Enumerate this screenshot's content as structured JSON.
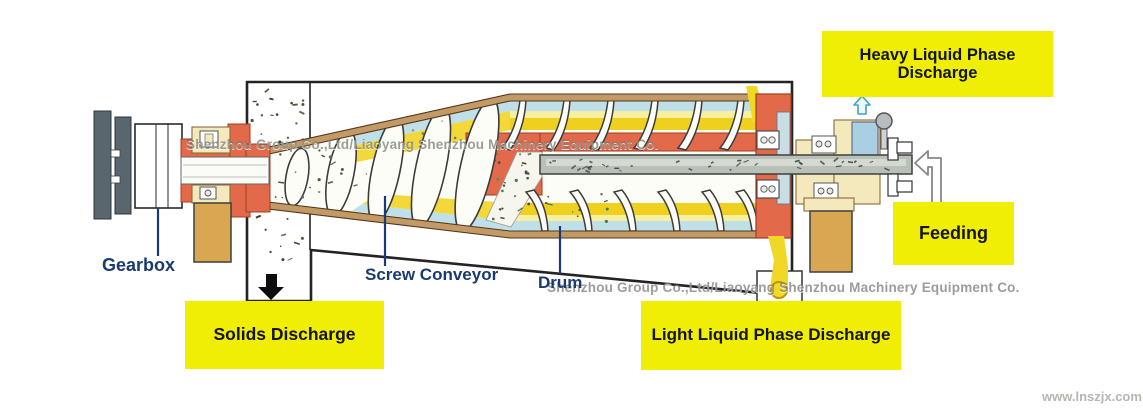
{
  "annotations": {
    "heavy_discharge": "Heavy Liquid Phase Discharge",
    "feeding": "Feeding",
    "solids_discharge": "Solids Discharge",
    "light_discharge": "Light Liquid Phase Discharge"
  },
  "callouts": {
    "gearbox": "Gearbox",
    "screw_conveyor": "Screw Conveyor",
    "drum": "Drum"
  },
  "watermarks": {
    "company_upper": "Shenzhou Group Co.,Ltd/Liaoyang Shenzhou Machinery Equipment Co.",
    "company_lower": "Shenzhou Group Co.,Ltd/Liaoyang Shenzhou Machinery Equipment Co.",
    "website": "www.lnszjx.com"
  },
  "colors": {
    "label_bg": "#f0ee04",
    "label_text": "#141414",
    "callout": "#1a3a72",
    "orange": "#e2694a",
    "orange_dark": "#a33c20",
    "wall_tan": "#c39a66",
    "wall_dark": "#52381c",
    "liquid_cyan": "#bfe0e8",
    "liquid_yellow": "#efd01e",
    "liquid_yellow_pale": "#f8f0a0",
    "cream": "#f3e9bd",
    "cream_edge": "#8a6a3a",
    "support_tan": "#d9a752",
    "pulley_grey": "#5a666d",
    "tube_grey": "#b9c0b8",
    "port_blue": "#aacfe2",
    "case_line": "#232323"
  }
}
